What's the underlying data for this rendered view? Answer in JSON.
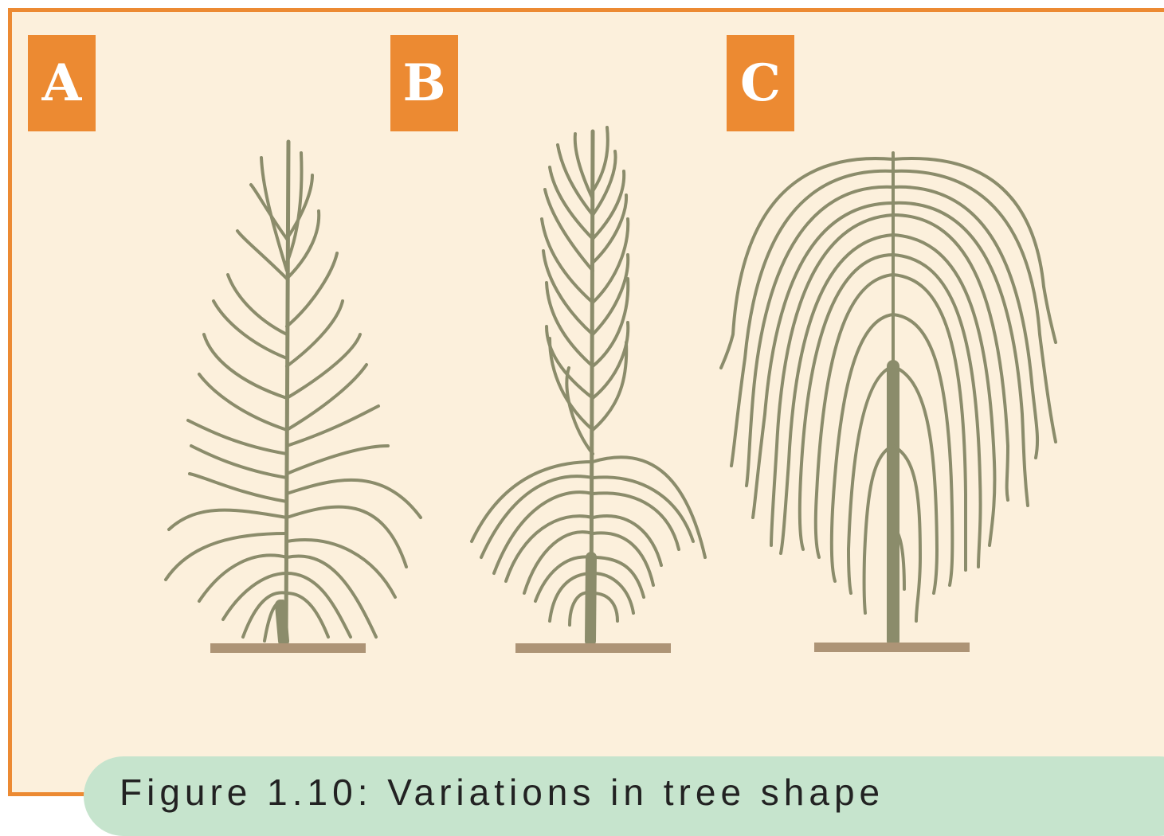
{
  "panels": [
    {
      "label": "A",
      "tree": "conical-tree"
    },
    {
      "label": "B",
      "tree": "columnar-tree"
    },
    {
      "label": "C",
      "tree": "weeping-tree"
    }
  ],
  "colors": {
    "frame_border": "#ec8a32",
    "background": "#fcf0dc",
    "label_fill": "#ec8a32",
    "label_text": "#ffffff",
    "branch": "#8b8c6b",
    "ground": "#ad9476",
    "caption_fill": "#c6e4cd"
  },
  "caption": {
    "text": "Figure 1.10: Variations in tree shape"
  }
}
